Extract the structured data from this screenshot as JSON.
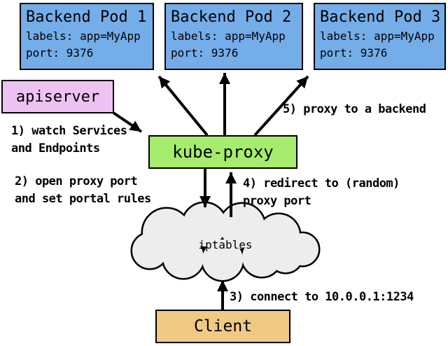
{
  "diagram": {
    "pods": [
      {
        "title": "Backend Pod 1",
        "labels": "labels: app=MyApp",
        "port": "port: 9376"
      },
      {
        "title": "Backend Pod 2",
        "labels": "labels: app=MyApp",
        "port": "port: 9376"
      },
      {
        "title": "Backend Pod 3",
        "labels": "labels: app=MyApp",
        "port": "port: 9376"
      }
    ],
    "apiserver": {
      "label": "apiserver"
    },
    "kube_proxy": {
      "label": "kube-proxy"
    },
    "iptables": {
      "label": "iptables"
    },
    "client": {
      "label": "Client"
    },
    "steps": [
      {
        "lines": [
          "1) watch Services",
          "and Endpoints"
        ]
      },
      {
        "lines": [
          "2) open proxy port",
          "and set portal rules"
        ]
      },
      {
        "lines": [
          "3) connect to 10.0.0.1:1234"
        ]
      },
      {
        "lines": [
          "4) redirect to (random)",
          "proxy port"
        ]
      },
      {
        "lines": [
          "5) proxy to a backend"
        ]
      }
    ],
    "colors": {
      "pod_fill": "#74ade8",
      "apiserver_fill": "#eec2f2",
      "kube_proxy_fill": "#a6ec6e",
      "client_fill": "#f0c985",
      "cloud_fill": "#ededed",
      "outline": "#000000"
    }
  }
}
